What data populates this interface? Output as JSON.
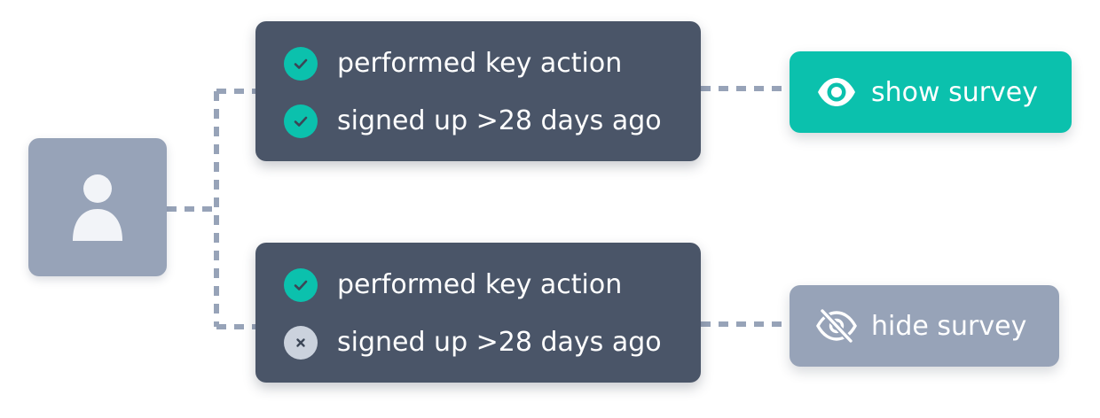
{
  "user_node": {
    "icon": "user-icon"
  },
  "groups": [
    {
      "conditions": [
        {
          "status": "met",
          "icon": "check-icon",
          "label": "performed key action"
        },
        {
          "status": "met",
          "icon": "check-icon",
          "label": "signed up >28 days ago"
        }
      ],
      "outcome": {
        "icon": "eye-icon",
        "label": "show survey"
      }
    },
    {
      "conditions": [
        {
          "status": "met",
          "icon": "check-icon",
          "label": "performed key action"
        },
        {
          "status": "not-met",
          "icon": "cross-icon",
          "label": "signed up >28 days ago"
        }
      ],
      "outcome": {
        "icon": "eye-off-icon",
        "label": "hide survey"
      }
    }
  ],
  "colors": {
    "card": "#4a5568",
    "neutral": "#97a3b8",
    "accent": "#0bc1ad",
    "connector": "#97a3b8",
    "cross_badge": "#cbd2dd"
  }
}
